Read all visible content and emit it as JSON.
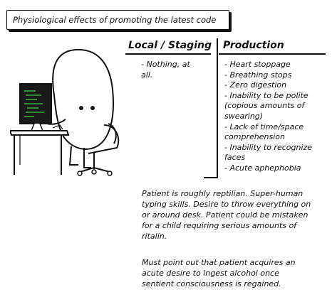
{
  "title": "Physiological effects of promoting the latest code",
  "local": {
    "heading": "Local / Staging",
    "items": [
      "- Nothing, at",
      "all."
    ]
  },
  "production": {
    "heading": "Production",
    "items": [
      "- Heart stoppage",
      "- Breathing stops",
      "- Zero digestion",
      "- Inability to be polite",
      "(copious amounts of",
      "swearing)",
      "- Lack of time/space",
      "comprehension",
      "- Inability to recognize",
      "faces",
      "- Acute aphephobia"
    ]
  },
  "paragraph1": [
    "Patient is roughly reptilian. Super-human",
    "typing skills. Desire to throw everything on",
    "or around desk. Patient could be mistaken",
    "for a child requiring serious amounts of",
    "ritalin."
  ],
  "paragraph2": [
    "Must point out that patient acquires an",
    "acute desire to ingest alcohol once",
    "sentient consciousness is regained."
  ],
  "colors": {
    "ink": "#111111",
    "screen": "#1a1a1a",
    "code": "#3ecf3e"
  },
  "icons": {
    "illustration": "programmer-at-desk-drawing"
  }
}
